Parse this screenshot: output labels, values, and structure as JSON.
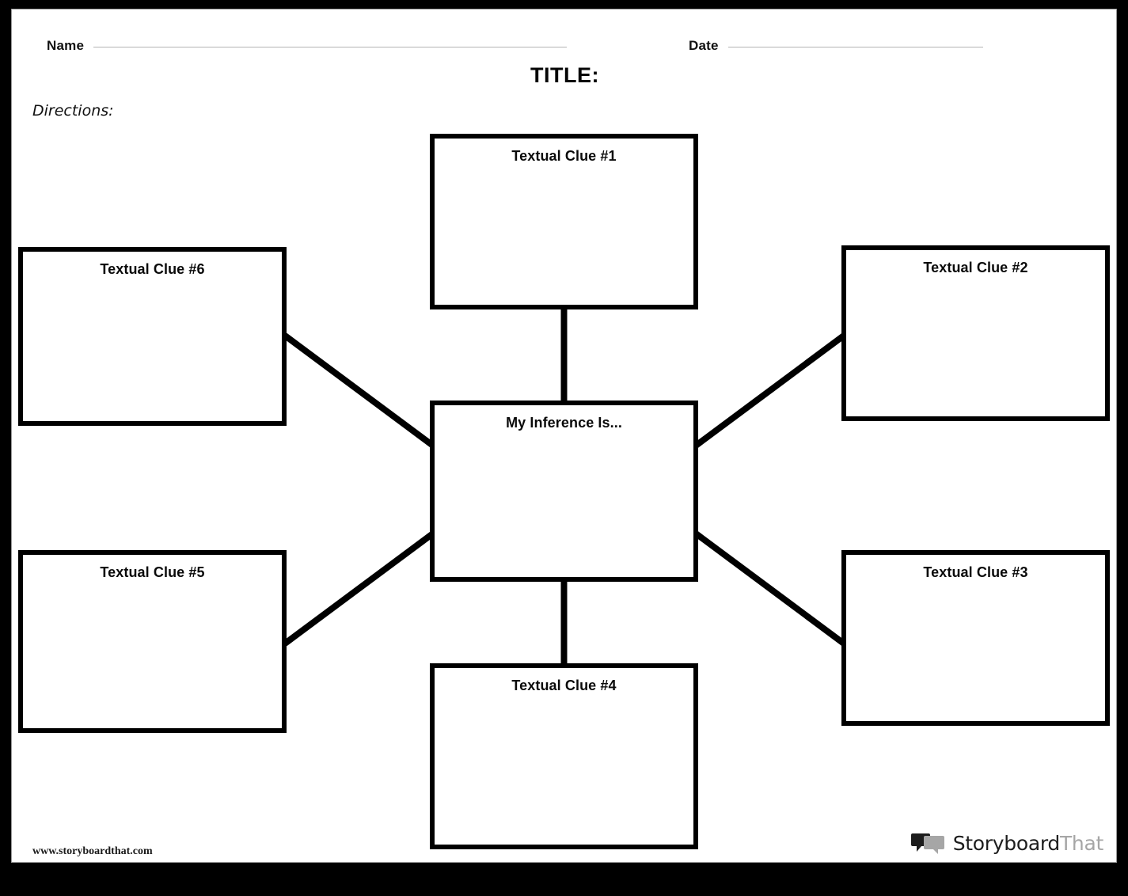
{
  "page": {
    "title": "TITLE:",
    "directions_label": "Directions:"
  },
  "header": {
    "name_label": "Name",
    "date_label": "Date"
  },
  "footer": {
    "url": "www.storyboardthat.com",
    "brand_primary": "Storyboard",
    "brand_secondary": "That"
  },
  "diagram": {
    "center": {
      "label": "My Inference Is..."
    },
    "nodes": [
      {
        "id": "clue1",
        "label": "Textual Clue #1"
      },
      {
        "id": "clue2",
        "label": "Textual Clue #2"
      },
      {
        "id": "clue3",
        "label": "Textual Clue #3"
      },
      {
        "id": "clue4",
        "label": "Textual Clue #4"
      },
      {
        "id": "clue5",
        "label": "Textual Clue #5"
      },
      {
        "id": "clue6",
        "label": "Textual Clue #6"
      }
    ]
  },
  "colors": {
    "page_background": "#ffffff",
    "outer_border": "#000000",
    "box_stroke": "#000000",
    "rule_line": "#b4b4b4",
    "brand_dark": "#1d1d1d",
    "brand_gray": "#a6a6a6"
  }
}
